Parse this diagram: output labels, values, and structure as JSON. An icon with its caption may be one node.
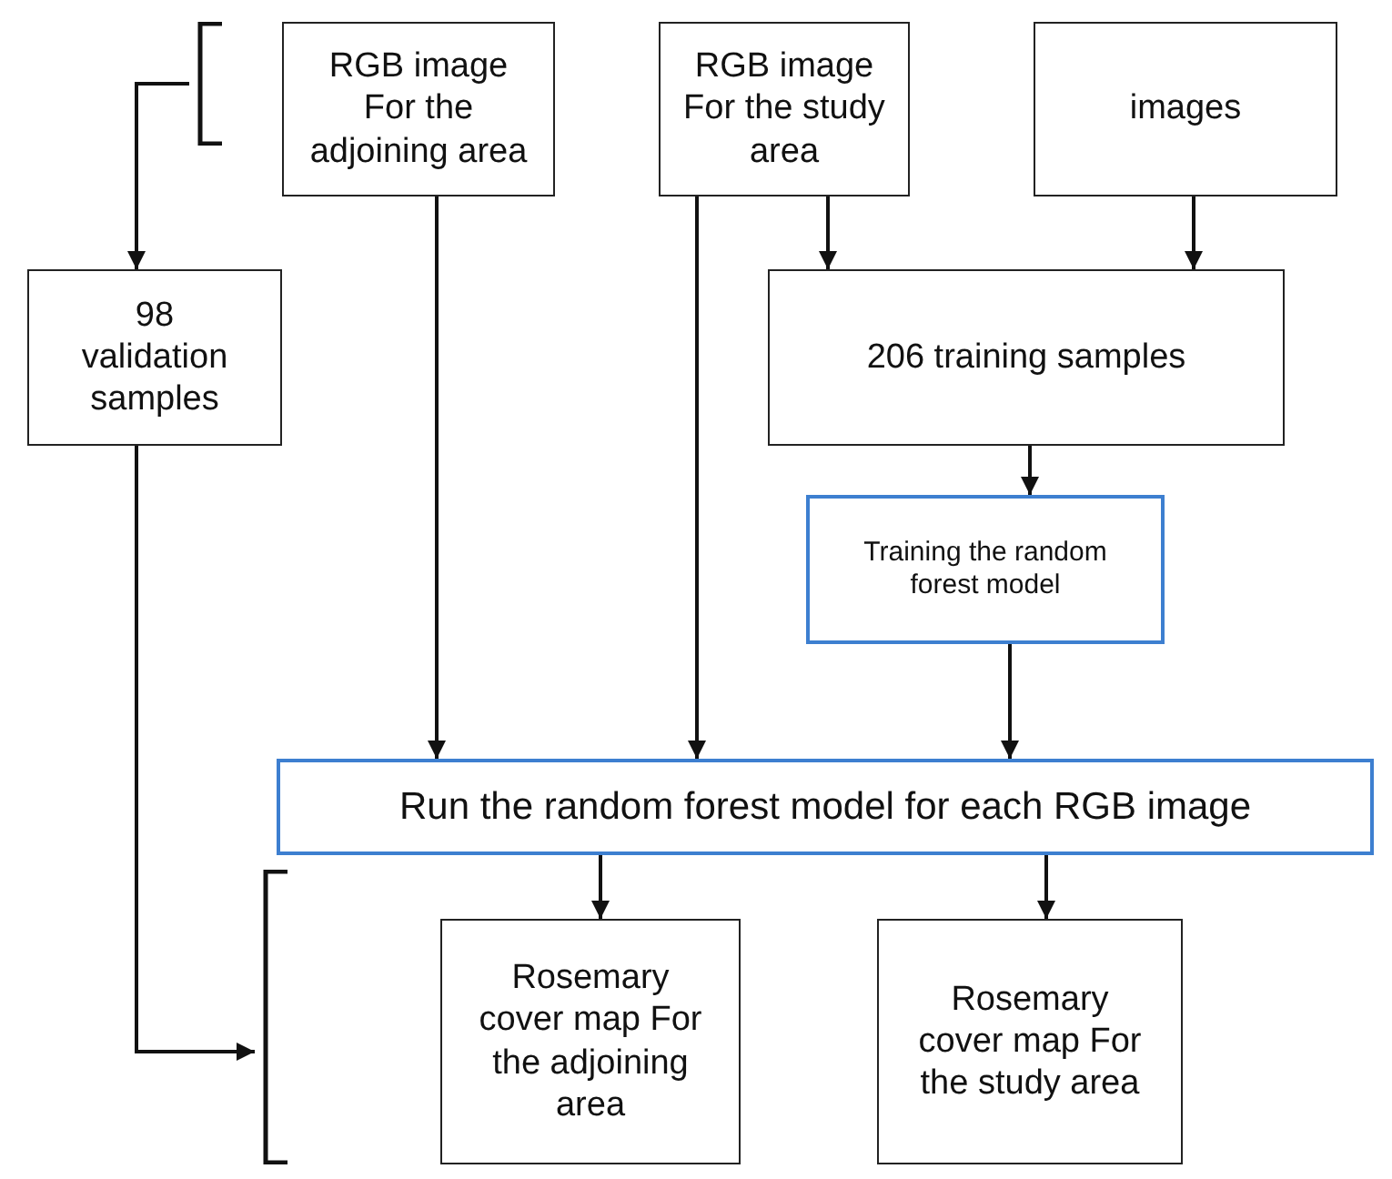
{
  "diagram": {
    "nodes": [
      {
        "text": [],
        "shape": "bracket"
      },
      {
        "text": [
          "RGB image For the adjoining area"
        ]
      },
      {
        "text": [
          "RGB image For the study area"
        ]
      },
      {
        "text": [
          "images"
        ]
      },
      {
        "text": [
          "98 validation samples"
        ]
      },
      {
        "text": [
          "206 training samples"
        ]
      },
      {
        "text": [
          "Training the random forest model"
        ]
      },
      {
        "text": [
          "Run the random forest model for each RGB image"
        ]
      },
      {
        "text": [],
        "shape": "bracket"
      },
      {
        "text": [
          "Rosemary cover map For the adjoining area"
        ]
      },
      {
        "text": [
          "Rosemary cover map For the study area"
        ]
      }
    ],
    "edges": [
      {
        "from": 0,
        "to": 4,
        "arrow": "to"
      },
      {
        "from": 2,
        "to": 5,
        "arrow": "to"
      },
      {
        "from": 3,
        "to": 5,
        "arrow": "to"
      },
      {
        "from": 5,
        "to": 6,
        "arrow": "to"
      },
      {
        "from": 1,
        "to": 7,
        "arrow": "to"
      },
      {
        "from": 2,
        "to": 7,
        "arrow": "to"
      },
      {
        "from": 6,
        "to": 7,
        "arrow": "to"
      },
      {
        "from": 7,
        "to": 9,
        "arrow": "to"
      },
      {
        "from": 7,
        "to": 10,
        "arrow": "to"
      },
      {
        "from": 4,
        "to": 8,
        "arrow": "to"
      }
    ]
  }
}
